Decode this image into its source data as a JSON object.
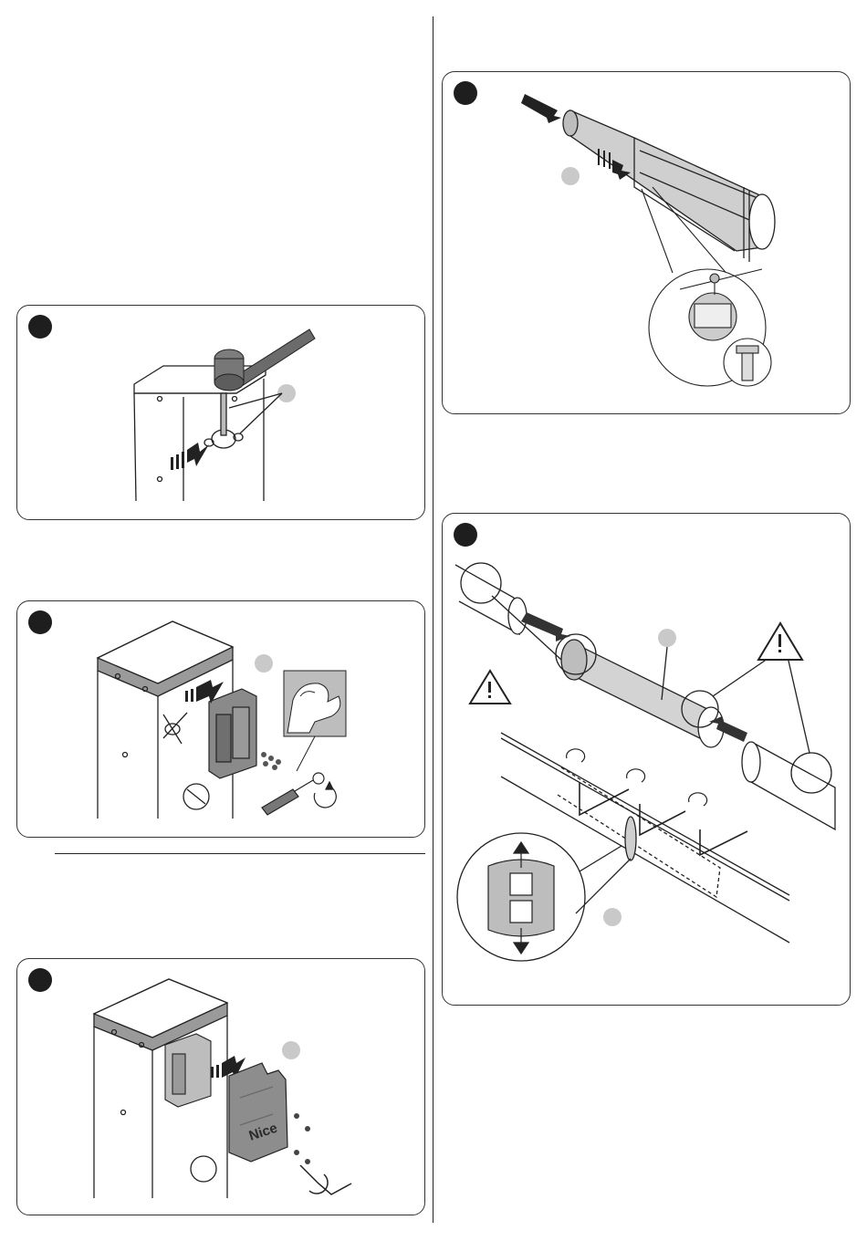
{
  "page": {
    "panels": [
      {
        "id": "fig-1",
        "label": "install-pins-with-mallet"
      },
      {
        "id": "fig-2",
        "label": "mount-bracket-to-post"
      },
      {
        "id": "fig-3",
        "label": "fit-cover-to-bracket"
      },
      {
        "id": "fig-4",
        "label": "insert-profile-and-screw"
      },
      {
        "id": "fig-5",
        "label": "join-boom-sections"
      }
    ]
  },
  "cover": {
    "brand_text": "Nice"
  },
  "colors": {
    "ink": "#222222",
    "callout": "#c9c9c9",
    "step_dot": "#1e1e1e",
    "part_gray": "#8a8a8a",
    "part_light": "#bdbdbd"
  }
}
